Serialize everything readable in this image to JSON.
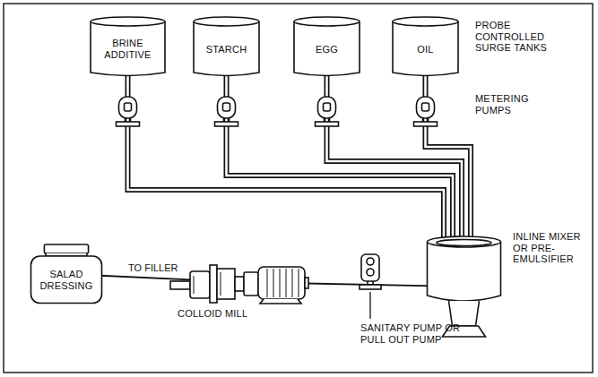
{
  "diagram": {
    "nodes": [
      {
        "text": [
          "BRINE ADDITIVE"
        ]
      },
      {
        "text": [
          "STARCH"
        ]
      },
      {
        "text": [
          "EGG"
        ]
      },
      {
        "text": [
          "OIL"
        ]
      },
      {
        "text": [
          "INLINE MIXER OR PRE-EMULSIFIER"
        ]
      },
      {
        "text": [
          "COLLOID MILL"
        ]
      },
      {
        "text": [
          "SALAD DRESSING"
        ]
      }
    ],
    "edges": [
      {
        "from": 0,
        "to": 4,
        "arrow": "none"
      },
      {
        "from": 1,
        "to": 4,
        "arrow": "none"
      },
      {
        "from": 2,
        "to": 4,
        "arrow": "none"
      },
      {
        "from": 3,
        "to": 4,
        "arrow": "none"
      },
      {
        "from": 4,
        "to": 5,
        "arrow": "none"
      },
      {
        "from": 5,
        "to": 6,
        "label": "TO FILLER",
        "arrow": "to"
      }
    ],
    "labels": [
      "PROBE CONTROLLED SURGE TANKS",
      "METERING PUMPS",
      "SANITARY PUMP OR PULL OUT PUMP"
    ]
  }
}
